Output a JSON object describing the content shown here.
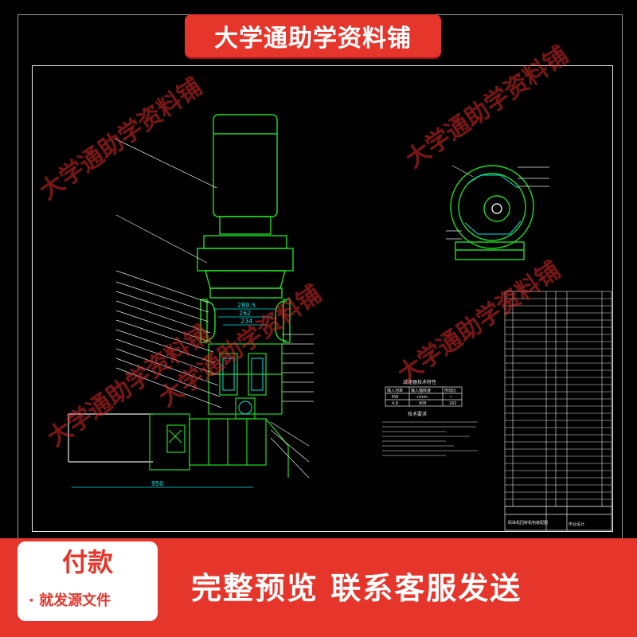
{
  "banner": {
    "title": "大学通助学资料铺"
  },
  "watermark": {
    "text": "大学通助学资料铺"
  },
  "drawing": {
    "dimensions": [
      "289.5",
      "262",
      "234",
      "950"
    ],
    "spec_table": {
      "title": "减速器技术特性",
      "headers": [
        "输入功率",
        "输入轴转速",
        "传动比"
      ],
      "units": [
        "KW",
        "r/min",
        "i"
      ],
      "values": [
        "4.8",
        "908",
        "162"
      ]
    },
    "tech_req_title": "技术要求",
    "title_block": {
      "drawing_name": "码垛机回转机构装配图",
      "school": "毕业设计"
    }
  },
  "footer": {
    "pay_title": "付款",
    "pay_sub": "· 就发源文件",
    "message": "完整预览  联系客服发送"
  },
  "colors": {
    "accent": "#e6352b",
    "cad_green": "#22dd22",
    "cad_cyan": "#00e5e5",
    "cad_white": "#e8e8e8"
  }
}
